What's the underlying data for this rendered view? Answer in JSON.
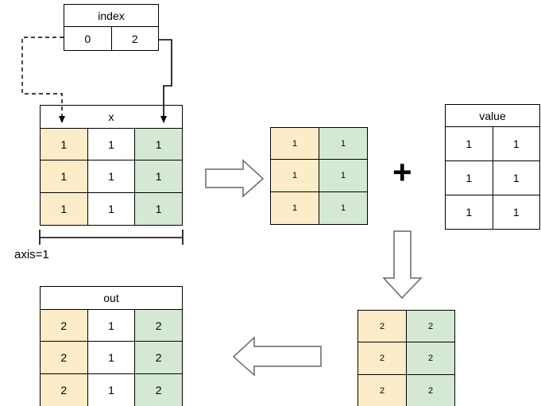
{
  "diagram": {
    "title_note": "numpy add.at / scatter-add along axis=1 illustration",
    "axis_label": "axis=1",
    "plus_symbol": "+",
    "tables": {
      "index": {
        "name": "index",
        "header": "index",
        "rows": [
          [
            "0",
            "2"
          ]
        ]
      },
      "x": {
        "name": "x",
        "header": "x",
        "rows": [
          [
            "1",
            "1",
            "1"
          ],
          [
            "1",
            "1",
            "1"
          ],
          [
            "1",
            "1",
            "1"
          ]
        ],
        "col_colors": [
          "orange",
          "white",
          "green"
        ]
      },
      "x_selected": {
        "name": "x-selected",
        "header": null,
        "rows": [
          [
            "1",
            "1"
          ],
          [
            "1",
            "1"
          ],
          [
            "1",
            "1"
          ]
        ],
        "col_colors": [
          "orange",
          "green"
        ]
      },
      "value": {
        "name": "value",
        "header": "value",
        "rows": [
          [
            "1",
            "1"
          ],
          [
            "1",
            "1"
          ],
          [
            "1",
            "1"
          ]
        ],
        "col_colors": [
          "white",
          "white"
        ]
      },
      "sum_result": {
        "name": "sum-result",
        "header": null,
        "rows": [
          [
            "2",
            "2"
          ],
          [
            "2",
            "2"
          ],
          [
            "2",
            "2"
          ]
        ],
        "col_colors": [
          "orange",
          "green"
        ]
      },
      "out": {
        "name": "out",
        "header": "out",
        "rows": [
          [
            "2",
            "1",
            "2"
          ],
          [
            "2",
            "1",
            "2"
          ],
          [
            "2",
            "1",
            "2"
          ]
        ],
        "col_colors": [
          "orange",
          "white",
          "green"
        ]
      }
    },
    "colors": {
      "orange": "#fdecc8",
      "green": "#d5e8d4",
      "white": "#ffffff",
      "stroke": "#000000",
      "arrow_stroke": "#666666"
    },
    "arrows": {
      "index0_to_x_col1": "dashed-connector",
      "index2_to_x_col3": "solid-connector",
      "x_to_selected": "block-arrow-right",
      "selected_plus_value_down": "block-arrow-down",
      "sum_to_out": "block-arrow-left"
    }
  }
}
